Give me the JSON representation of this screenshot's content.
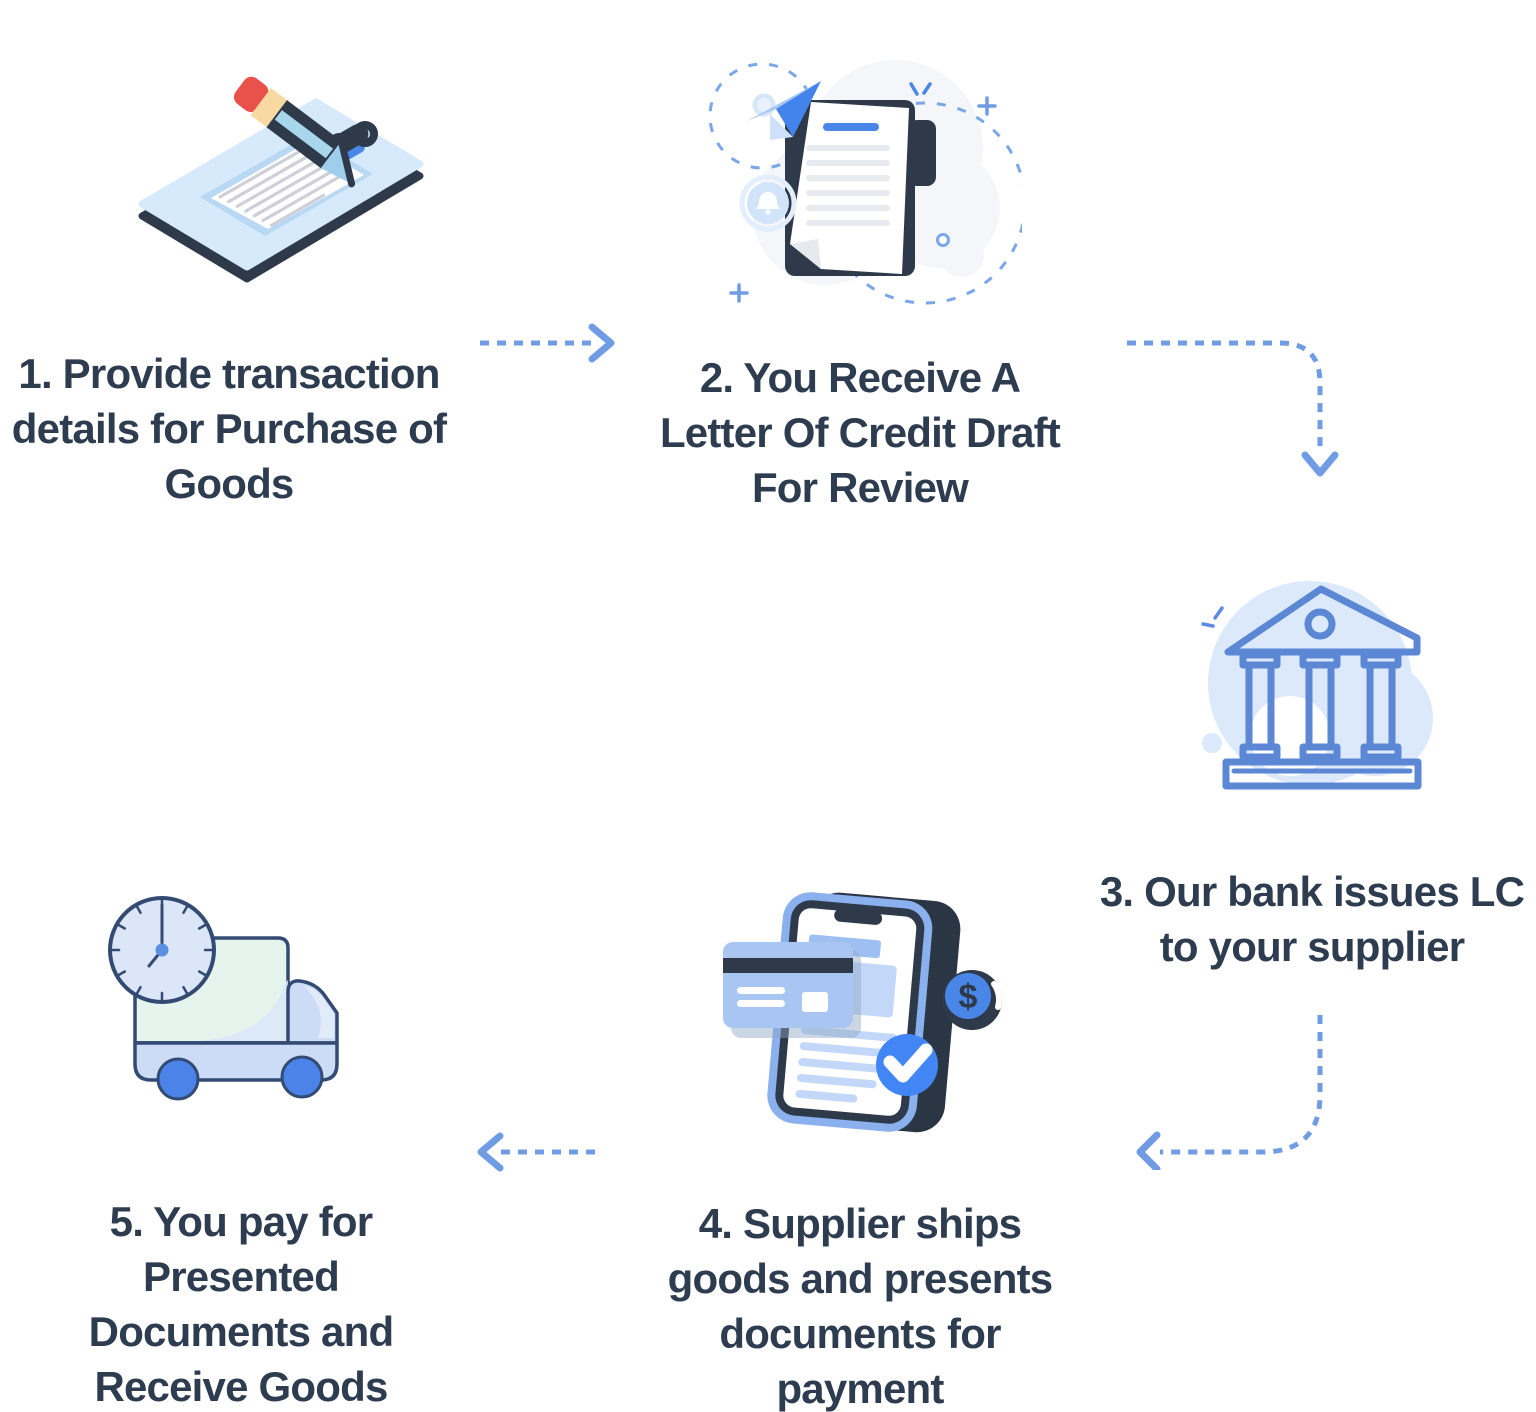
{
  "diagram": {
    "background": "#ffffff",
    "steps": [
      {
        "number": "1",
        "label": "1. Provide transaction\ndetails for Purchase of\nGoods",
        "illustration": "clipboard-pencil"
      },
      {
        "number": "2",
        "label": "2. You Receive A\nLetter Of Credit Draft\nFor Review",
        "illustration": "letter-of-credit-document"
      },
      {
        "number": "3",
        "label": "3. Our bank issues LC\nto your supplier",
        "illustration": "bank-building"
      },
      {
        "number": "4",
        "label": "4. Supplier ships\ngoods and presents\ndocuments for\npayment",
        "illustration": "phone-payment",
        "coin_symbol": "$"
      },
      {
        "number": "5",
        "label": "5. You pay for\nPresented\nDocuments and\nReceive Goods",
        "illustration": "delivery-truck-clock"
      }
    ],
    "arrows": [
      {
        "from": "step-1",
        "to": "step-2",
        "style": "dotted",
        "direction": "right"
      },
      {
        "from": "step-2",
        "to": "step-3",
        "style": "dotted",
        "direction": "right-then-down"
      },
      {
        "from": "step-3",
        "to": "step-4",
        "style": "dotted",
        "direction": "down-then-left"
      },
      {
        "from": "step-4",
        "to": "step-5",
        "style": "dotted",
        "direction": "left"
      }
    ],
    "colors": {
      "caption_text": "#2e3c50",
      "arrow_blue": "#6f9ce3",
      "illustration_navy": "#2e3a4a",
      "illustration_blue": "#4a86e8",
      "illustration_light_blue": "#a9c6f2",
      "illustration_pale_blue": "#dbe9fb",
      "bank_outline_blue": "#5b87d5",
      "truck_outline_blue": "#334b72",
      "eraser_red": "#e8524a",
      "ferrule_cream": "#f8d9a2"
    }
  }
}
